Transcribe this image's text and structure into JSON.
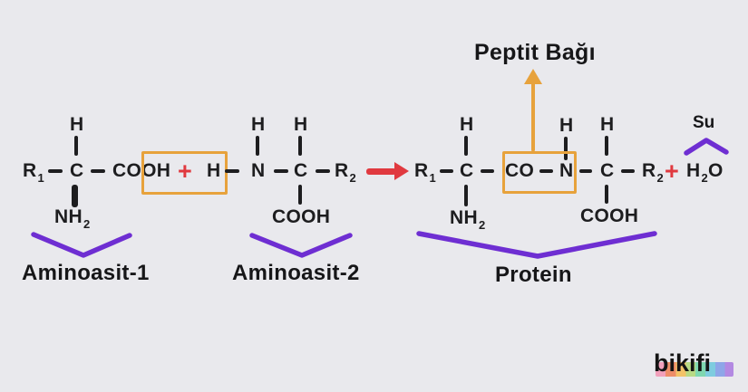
{
  "title": "Peptit Bağı",
  "labels": {
    "aminoacid1": "Aminoasit-1",
    "aminoacid2": "Aminoasit-2",
    "protein": "Protein",
    "water": "Su"
  },
  "tokens": {
    "r": "R",
    "sub1": "1",
    "sub2": "2",
    "c": "C",
    "h": "H",
    "n": "N",
    "co": "CO",
    "cooh": "COOH",
    "nh": "NH",
    "o": "O",
    "plus": "+"
  },
  "logo": {
    "text": "bikifi"
  },
  "colors": {
    "background": "#e9e9ed",
    "ink": "#1d1d1f",
    "purple": "#6e2ed2",
    "orange": "#e7a23c",
    "red": "#e0393f",
    "logo_gradient": [
      "#f2a0bb",
      "#ee8d68",
      "#f3c368",
      "#b8da85",
      "#7fd7b0",
      "#7eccdf",
      "#8ea6e8",
      "#b389e2"
    ]
  }
}
